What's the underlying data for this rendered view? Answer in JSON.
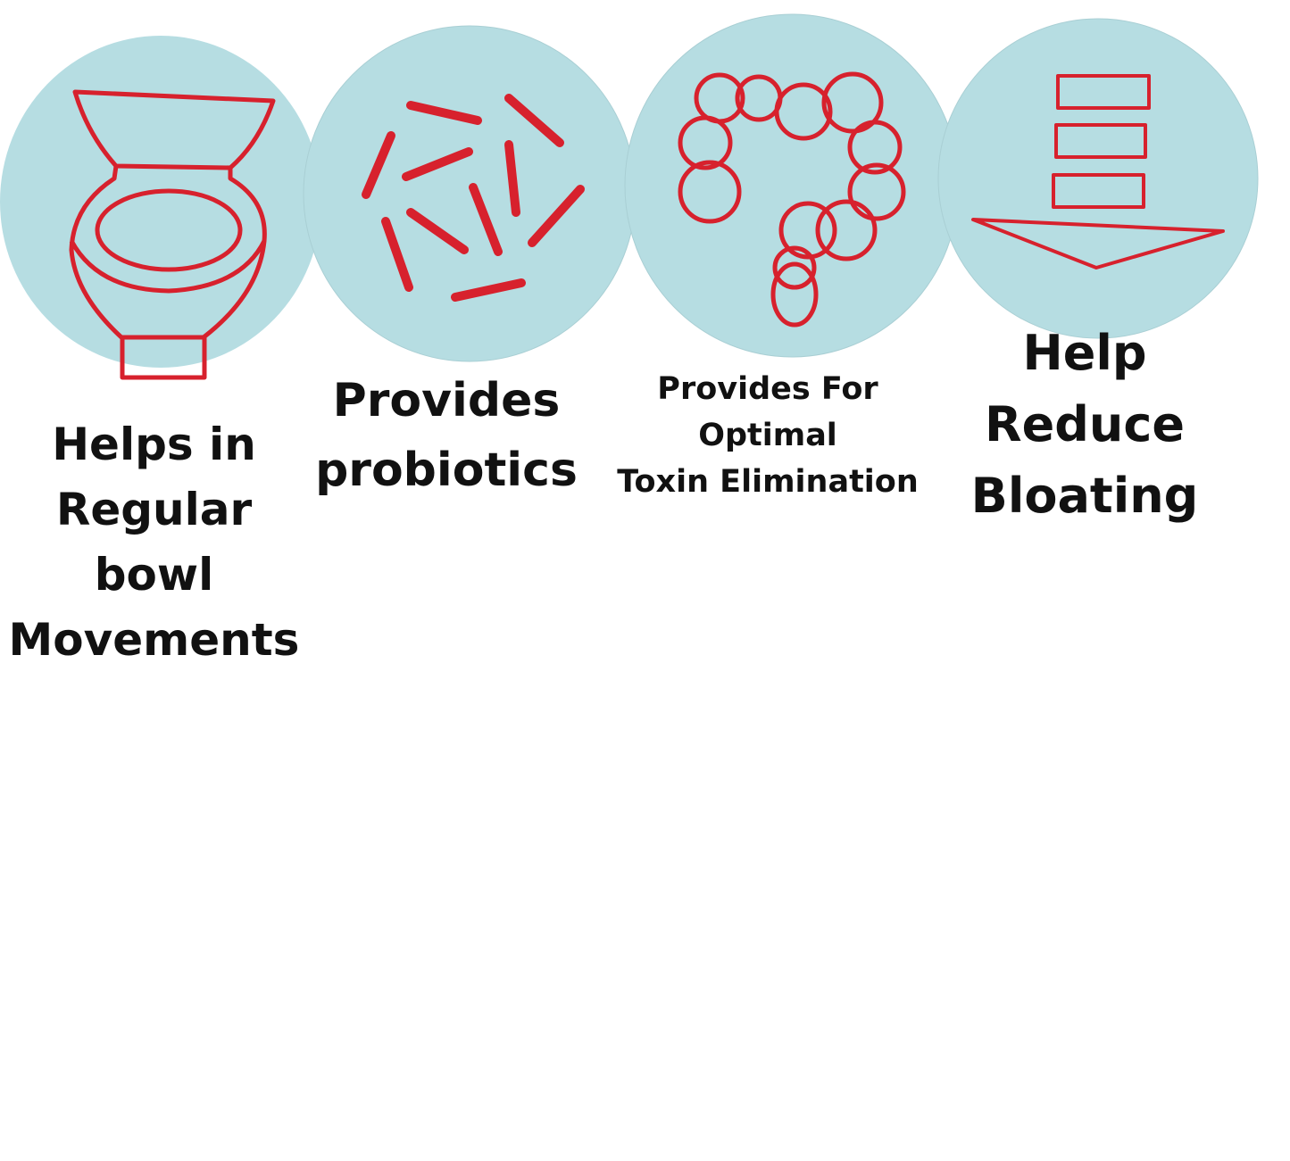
{
  "colors": {
    "circle": "#b6dde2",
    "icon": "#d7212d",
    "text": "#111111"
  },
  "benefits": [
    {
      "icon": "toilet-icon",
      "label": "Helps in\nRegular\nbowl\nMovements"
    },
    {
      "icon": "bacteria-icon",
      "label": "Provides\nprobiotics"
    },
    {
      "icon": "colon-icon",
      "label": "Provides For\nOptimal\nToxin Elimination"
    },
    {
      "icon": "arrow-down-icon",
      "label": "Help\nReduce\nBloating"
    }
  ]
}
